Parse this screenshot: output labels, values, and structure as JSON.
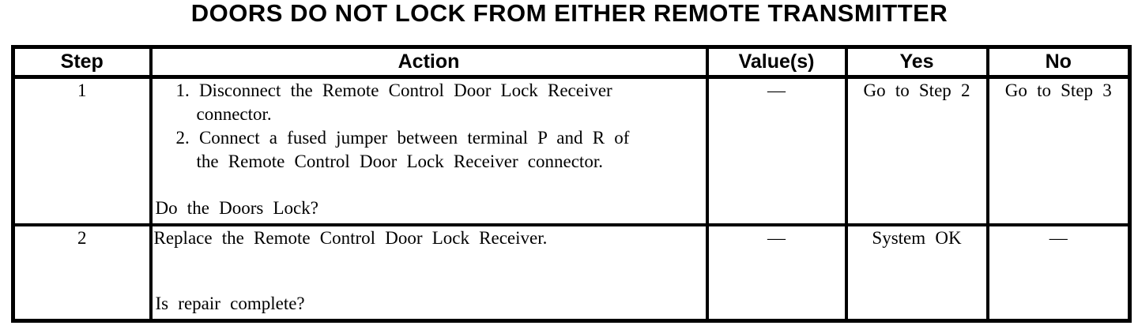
{
  "title": "DOORS DO NOT LOCK FROM EITHER REMOTE TRANSMITTER",
  "table": {
    "headers": {
      "step": "Step",
      "action": "Action",
      "values": "Value(s)",
      "yes": "Yes",
      "no": "No"
    },
    "rows": [
      {
        "step": "1",
        "actions": [
          "1. Disconnect the Remote Control Door Lock Receiver\nconnector.",
          "2. Connect a fused jumper between terminal P and R of\nthe Remote Control Door Lock Receiver connector."
        ],
        "question": "Do the Doors Lock?",
        "values": "—",
        "yes": "Go to Step 2",
        "no": "Go to Step 3"
      },
      {
        "step": "2",
        "actions": [
          "Replace the Remote Control Door Lock Receiver."
        ],
        "question": "Is repair complete?",
        "values": "—",
        "yes": "System OK",
        "no": "—"
      }
    ]
  }
}
